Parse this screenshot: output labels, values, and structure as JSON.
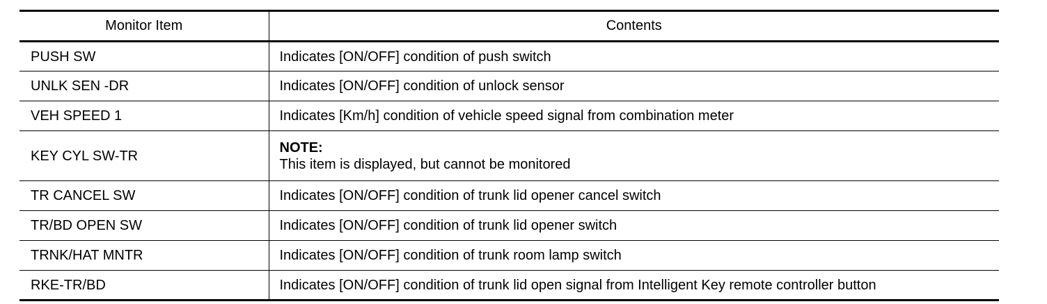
{
  "table": {
    "headers": {
      "item": "Monitor Item",
      "contents": "Contents"
    },
    "rows": [
      {
        "item": "PUSH SW",
        "contents": "Indicates [ON/OFF] condition of push switch"
      },
      {
        "item": "UNLK SEN -DR",
        "contents": "Indicates [ON/OFF] condition of unlock sensor"
      },
      {
        "item": "VEH SPEED 1",
        "contents": "Indicates [Km/h] condition of vehicle speed signal from combination meter"
      },
      {
        "item": "KEY CYL SW-TR",
        "note_label": "NOTE:",
        "contents": "This item is displayed, but cannot be monitored"
      },
      {
        "item": "TR CANCEL SW",
        "contents": "Indicates [ON/OFF] condition of trunk lid opener cancel switch"
      },
      {
        "item": "TR/BD OPEN SW",
        "contents": "Indicates [ON/OFF] condition of trunk lid opener switch"
      },
      {
        "item": "TRNK/HAT MNTR",
        "contents": "Indicates [ON/OFF] condition of trunk room lamp switch"
      },
      {
        "item": "RKE-TR/BD",
        "contents": "Indicates [ON/OFF] condition of trunk lid open signal from Intelligent Key remote controller button"
      }
    ]
  }
}
